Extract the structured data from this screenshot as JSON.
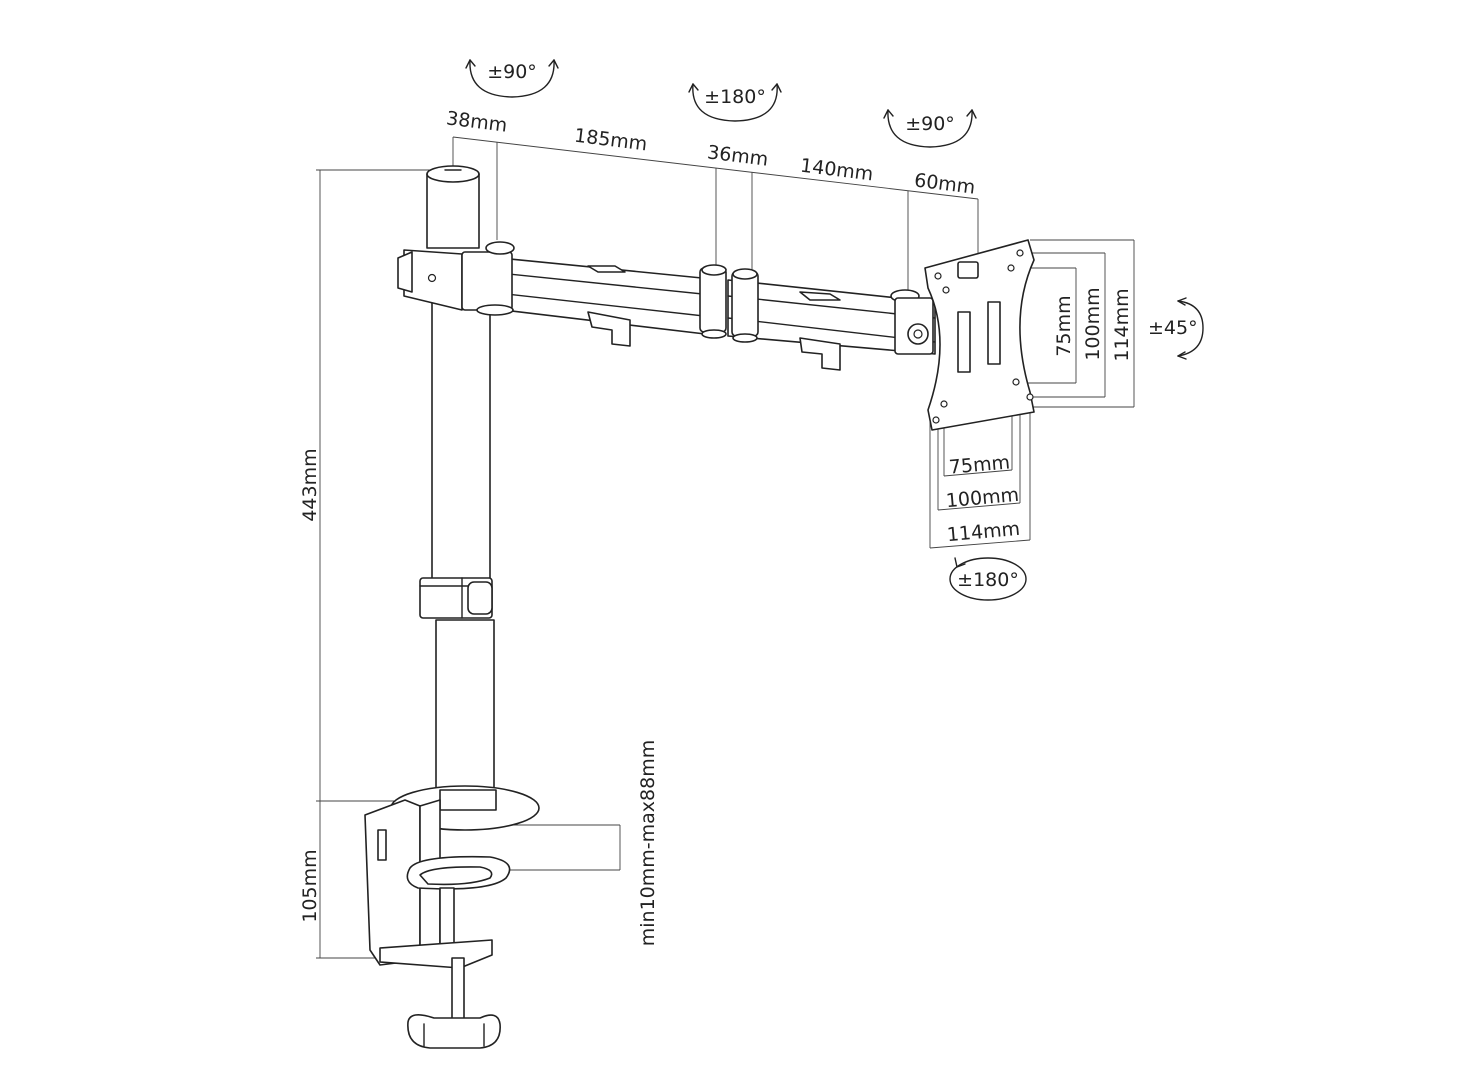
{
  "rotations": {
    "pole_swivel": "±90°",
    "elbow_swivel": "±180°",
    "head_swivel": "±90°",
    "tilt": "±45°",
    "rotate": "±180°"
  },
  "arm_dimensions": {
    "pole_to_joint": "38mm",
    "first_arm": "185mm",
    "elbow": "36mm",
    "second_arm": "140mm",
    "head": "60mm"
  },
  "pole_height": "443mm",
  "clamp_height": "105mm",
  "desk_thickness": "min10mm-max88mm",
  "vesa": {
    "vertical": [
      "75mm",
      "100mm",
      "114mm"
    ],
    "horizontal": [
      "75mm",
      "100mm",
      "114mm"
    ]
  }
}
